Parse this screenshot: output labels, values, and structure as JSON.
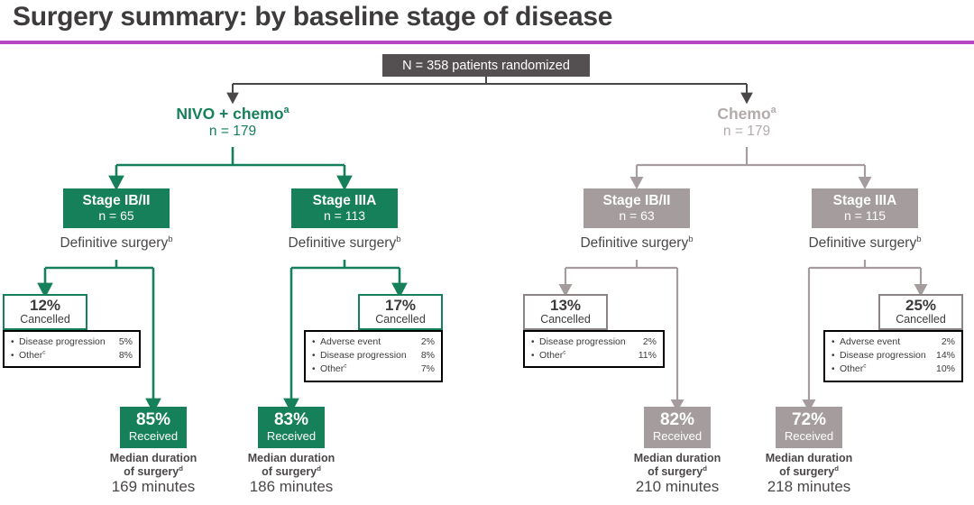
{
  "title": "Surgery summary: by baseline stage of disease",
  "colors": {
    "accent_rule": "#b546c4",
    "nivo_green": "#16805a",
    "chemo_gray": "#a59d9d",
    "top_box": "#544f50",
    "text": "#3d3b3c"
  },
  "root": {
    "label": "N = 358 patients randomized"
  },
  "arms": [
    {
      "name": "NIVO + chemo",
      "sup": "a",
      "n": "n = 179",
      "color": "green"
    },
    {
      "name": "Chemo",
      "sup": "a",
      "n": "n = 179",
      "color": "gray"
    }
  ],
  "branches": [
    {
      "arm": "NIVO + chemo",
      "color": "green",
      "stage": "Stage IB/II",
      "stage_n": "n = 65",
      "definitive_surgery": "Definitive surgery",
      "definitive_surgery_sup": "b",
      "cancelled": {
        "percent": "12%",
        "label": "Cancelled",
        "reasons": [
          {
            "name": "Disease progression",
            "value": "5%"
          },
          {
            "name": "Other",
            "sup": "c",
            "value": "8%"
          }
        ]
      },
      "received": {
        "percent": "85%",
        "label": "Received"
      },
      "median": {
        "line1": "Median duration",
        "line2": "of surgery",
        "sup": "d",
        "value": "169 minutes"
      }
    },
    {
      "arm": "NIVO + chemo",
      "color": "green",
      "stage": "Stage IIIA",
      "stage_n": "n = 113",
      "definitive_surgery": "Definitive surgery",
      "definitive_surgery_sup": "b",
      "cancelled": {
        "percent": "17%",
        "label": "Cancelled",
        "reasons": [
          {
            "name": "Adverse event",
            "value": "2%"
          },
          {
            "name": "Disease progression",
            "value": "8%"
          },
          {
            "name": "Other",
            "sup": "c",
            "value": "7%"
          }
        ]
      },
      "received": {
        "percent": "83%",
        "label": "Received"
      },
      "median": {
        "line1": "Median duration",
        "line2": "of surgery",
        "sup": "d",
        "value": "186 minutes"
      }
    },
    {
      "arm": "Chemo",
      "color": "gray",
      "stage": "Stage IB/II",
      "stage_n": "n = 63",
      "definitive_surgery": "Definitive surgery",
      "definitive_surgery_sup": "b",
      "cancelled": {
        "percent": "13%",
        "label": "Cancelled",
        "reasons": [
          {
            "name": "Disease progression",
            "value": "2%"
          },
          {
            "name": "Other",
            "sup": "c",
            "value": "11%"
          }
        ]
      },
      "received": {
        "percent": "82%",
        "label": "Received"
      },
      "median": {
        "line1": "Median duration",
        "line2": "of surgery",
        "sup": "d",
        "value": "210 minutes"
      }
    },
    {
      "arm": "Chemo",
      "color": "gray",
      "stage": "Stage IIIA",
      "stage_n": "n = 115",
      "definitive_surgery": "Definitive surgery",
      "definitive_surgery_sup": "b",
      "cancelled": {
        "percent": "25%",
        "label": "Cancelled",
        "reasons": [
          {
            "name": "Adverse event",
            "value": "2%"
          },
          {
            "name": "Disease progression",
            "value": "14%"
          },
          {
            "name": "Other",
            "sup": "c",
            "value": "10%"
          }
        ]
      },
      "received": {
        "percent": "72%",
        "label": "Received"
      },
      "median": {
        "line1": "Median duration",
        "line2": "of surgery",
        "sup": "d",
        "value": "218 minutes"
      }
    }
  ]
}
